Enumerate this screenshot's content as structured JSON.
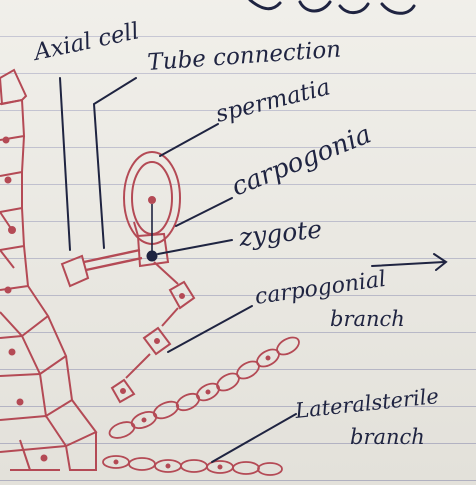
{
  "labels": {
    "axial_cell": "Axial cell",
    "tube_connection": "Tube connection",
    "spermatia": "spermatia",
    "carpogonia": "carpogonia",
    "zygote": "zygote",
    "carpogonial_branch_1": "carpogonial",
    "carpogonial_branch_2": "branch",
    "lateral_sterile_1": "Lateralsterile",
    "lateral_sterile_2": "branch"
  },
  "colors": {
    "ink_dark": "#1f2441",
    "ink_red": "#b44a55",
    "paper": "#eceae3",
    "rule_line": "#b7b7c8"
  }
}
